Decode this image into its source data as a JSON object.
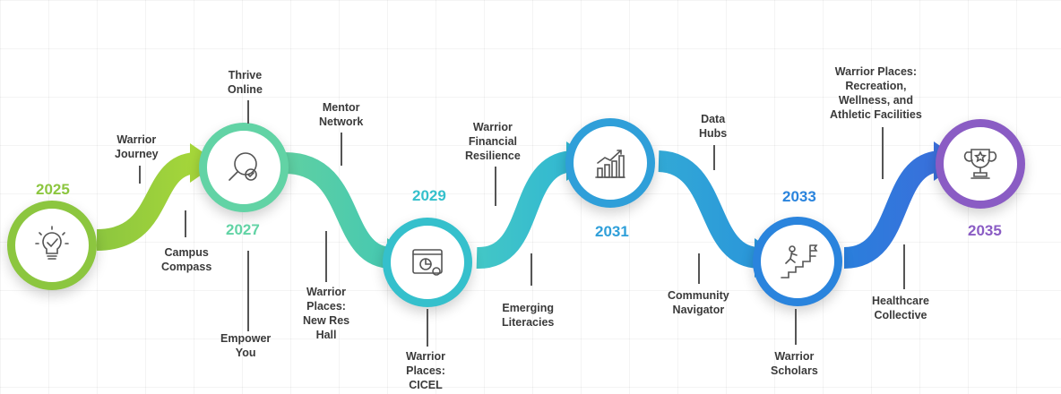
{
  "timeline": {
    "years": [
      {
        "label": "2025",
        "color": "#8cc63f"
      },
      {
        "label": "2027",
        "color": "#62d3a5"
      },
      {
        "label": "2029",
        "color": "#35c0cc"
      },
      {
        "label": "2031",
        "color": "#2f9fd9"
      },
      {
        "label": "2033",
        "color": "#2a84dd"
      },
      {
        "label": "2035",
        "color": "#8a5cc4"
      }
    ],
    "milestones": {
      "warrior_journey": "Warrior\nJourney",
      "thrive_online": "Thrive\nOnline",
      "campus_compass": "Campus\nCompass",
      "empower_you": "Empower\nYou",
      "mentor_network": "Mentor\nNetwork",
      "new_res_hall": "Warrior\nPlaces:\nNew Res\nHall",
      "cicel": "Warrior\nPlaces:\nCICEL",
      "financial_resilience": "Warrior\nFinancial\nResilience",
      "emerging_literacies": "Emerging\nLiteracies",
      "data_hubs": "Data\nHubs",
      "community_navigator": "Community\nNavigator",
      "warrior_scholars": "Warrior\nScholars",
      "recreation_facilities": "Warrior Places:\nRecreation,\nWellness, and\nAthletic Facilities",
      "healthcare_collective": "Healthcare\nCollective"
    }
  },
  "icons": [
    "lightbulb-check-icon",
    "magnifier-check-icon",
    "dashboard-chart-icon",
    "growth-chart-icon",
    "stairs-flag-icon",
    "trophy-star-icon"
  ]
}
